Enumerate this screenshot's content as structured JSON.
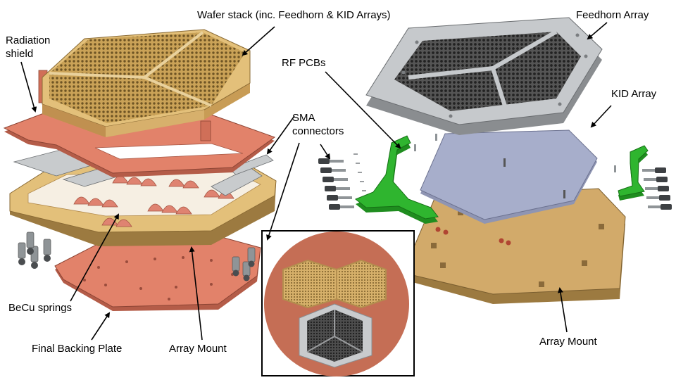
{
  "labels": {
    "wafer_stack": "Wafer stack (inc. Feedhorn & KID Arrays)",
    "radiation_shield_1": "Radiation",
    "radiation_shield_2": "shield",
    "rf_pcbs": "RF PCBs",
    "sma_connectors_1": "SMA",
    "sma_connectors_2": "connectors",
    "feedhorn_array": "Feedhorn Array",
    "kid_array": "KID Array",
    "becu_springs": "BeCu springs",
    "final_backing_plate": "Final Backing Plate",
    "array_mount_left": "Array Mount",
    "array_mount_right": "Array Mount"
  },
  "colors": {
    "copper": "#e2826a",
    "copper_dark": "#b45c48",
    "gold": "#e3c07a",
    "gold_dark": "#b48c45",
    "tan": "#d2aa6a",
    "tan_dark": "#9c7a40",
    "steel": "#c6c9cc",
    "steel_dark": "#8a8d90",
    "lavender": "#a7aecb",
    "pcb_green": "#2fb52f",
    "horn_grid": "#3f3f3f"
  }
}
